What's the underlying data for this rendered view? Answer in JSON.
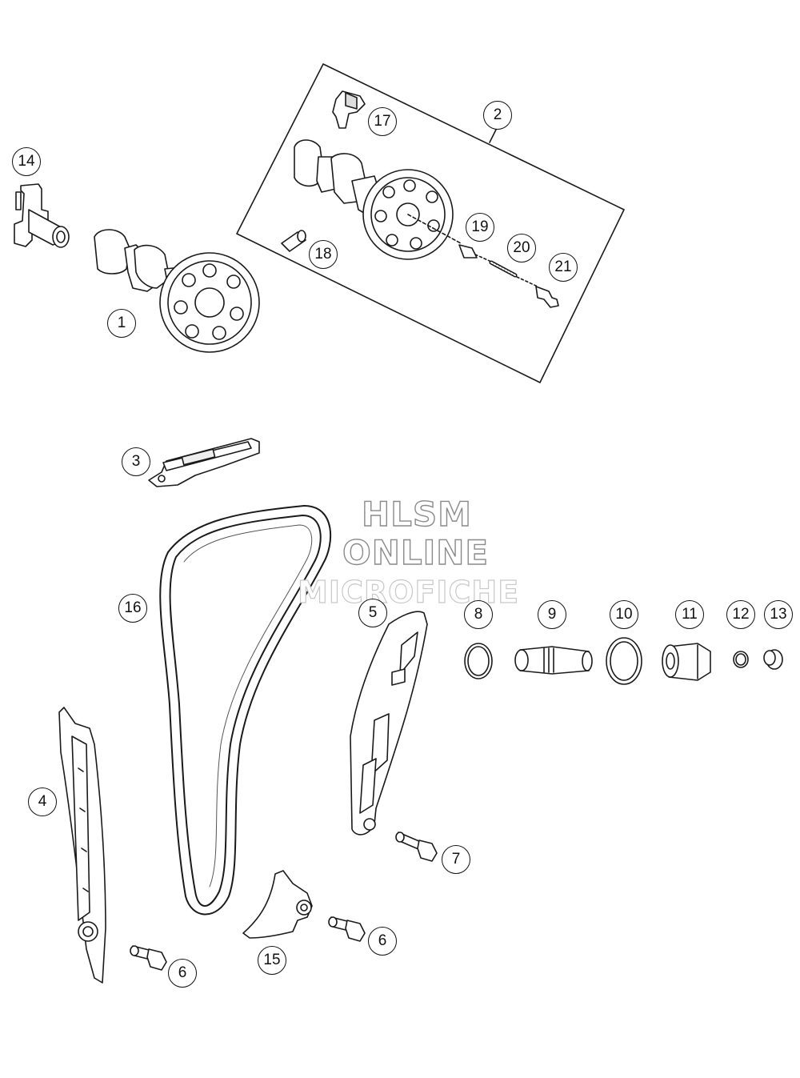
{
  "watermark": {
    "line1": "HLSM",
    "line2": "ONLINE",
    "line3": "MICROFICHE"
  },
  "parts": [
    {
      "id": "part-1",
      "label": "1"
    },
    {
      "id": "part-2",
      "label": "2"
    },
    {
      "id": "part-3",
      "label": "3"
    },
    {
      "id": "part-4",
      "label": "4"
    },
    {
      "id": "part-5",
      "label": "5"
    },
    {
      "id": "part-6a",
      "label": "6"
    },
    {
      "id": "part-6b",
      "label": "6"
    },
    {
      "id": "part-7",
      "label": "7"
    },
    {
      "id": "part-8",
      "label": "8"
    },
    {
      "id": "part-9",
      "label": "9"
    },
    {
      "id": "part-10",
      "label": "10"
    },
    {
      "id": "part-11",
      "label": "11"
    },
    {
      "id": "part-12",
      "label": "12"
    },
    {
      "id": "part-13",
      "label": "13"
    },
    {
      "id": "part-14",
      "label": "14"
    },
    {
      "id": "part-15",
      "label": "15"
    },
    {
      "id": "part-16",
      "label": "16"
    },
    {
      "id": "part-17",
      "label": "17"
    },
    {
      "id": "part-18",
      "label": "18"
    },
    {
      "id": "part-19",
      "label": "19"
    },
    {
      "id": "part-20",
      "label": "20"
    },
    {
      "id": "part-21",
      "label": "21"
    }
  ],
  "colors": {
    "line": "#1a1a1a",
    "fill": "#ffffff",
    "watermark_outline": "#8a8a8a"
  }
}
